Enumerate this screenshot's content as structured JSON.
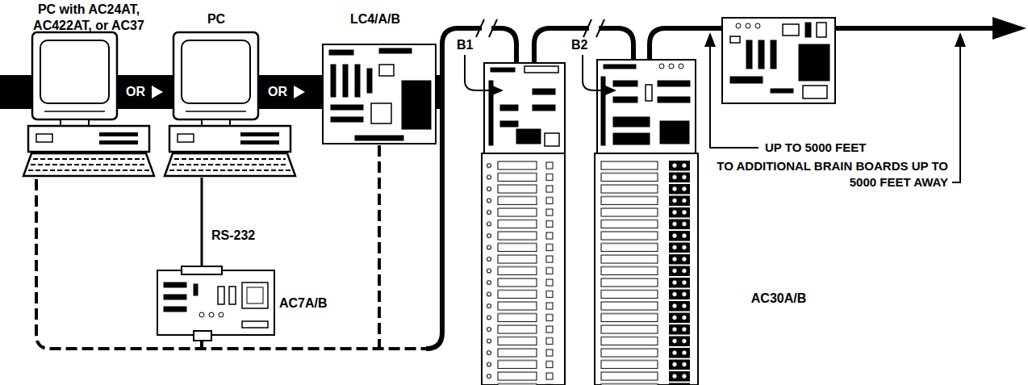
{
  "diagram": {
    "labels": [
      "PC with AC24AT, AC422AT, or AC37",
      "PC",
      "LC4/A/B",
      "AC30A/B",
      "B1",
      "B2",
      "OR",
      "OR",
      "RS-232",
      "AC7A/B",
      "UP TO 5000 FEET",
      "TO ADDITIONAL BRAIN BOARDS UP TO 5000 FEET AWAY"
    ]
  }
}
